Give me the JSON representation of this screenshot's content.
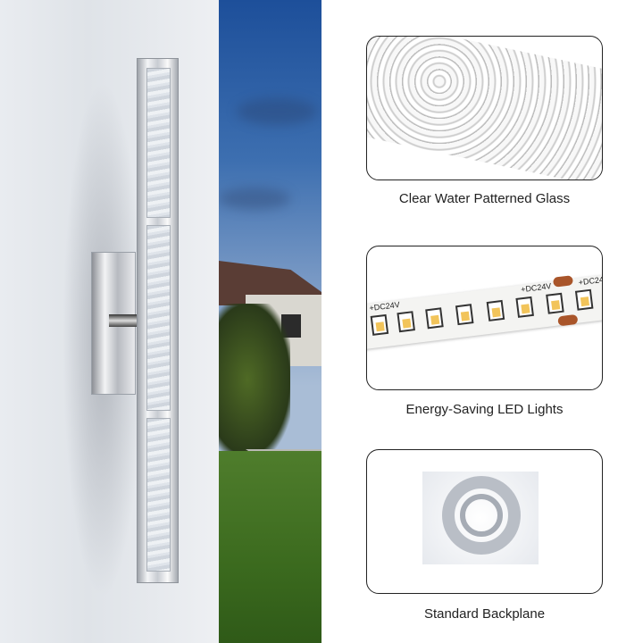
{
  "features": [
    {
      "label": "Clear Water Patterned Glass",
      "image": "water-glass-closeup"
    },
    {
      "label": "Energy-Saving LED Lights",
      "image": "led-strip-closeup",
      "strip_markings": [
        "+DC24V",
        "+DC24V",
        "+DC24"
      ]
    },
    {
      "label": "Standard Backplane",
      "image": "mounting-plate"
    }
  ],
  "product": {
    "type": "vanity wall sconce",
    "finish_color": "#c8ccd2"
  }
}
